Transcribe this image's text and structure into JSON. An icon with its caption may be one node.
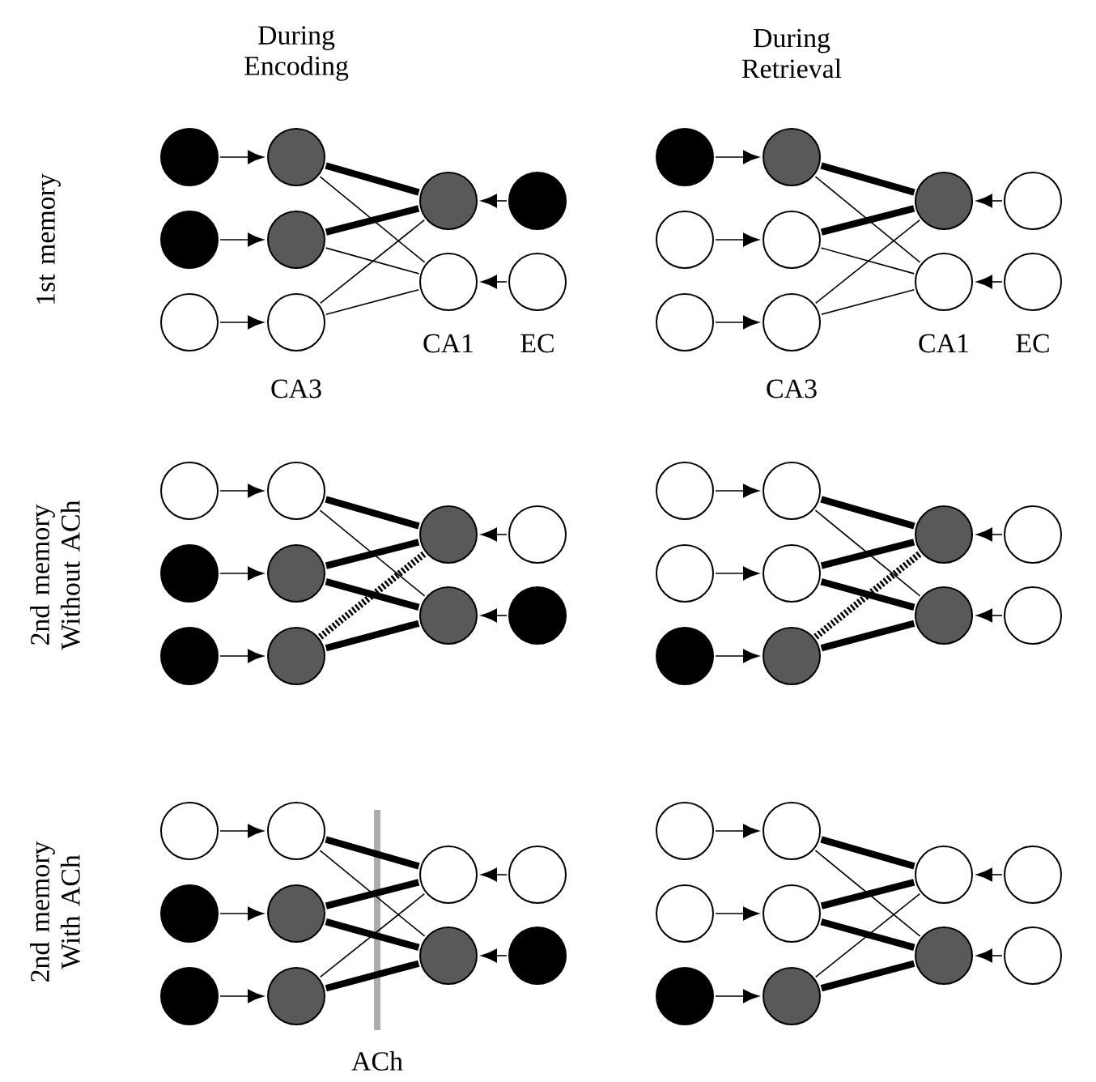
{
  "diagram": {
    "nodes": [
      {
        "text": [],
        "shape": "circle"
      },
      {
        "text": [],
        "shape": "circle"
      },
      {
        "text": [],
        "shape": "circle"
      },
      {
        "text": [],
        "shape": "circle"
      },
      {
        "text": [],
        "shape": "circle"
      },
      {
        "text": [],
        "shape": "circle"
      },
      {
        "text": [],
        "shape": "circle"
      },
      {
        "text": [],
        "shape": "circle"
      },
      {
        "text": [],
        "shape": "circle"
      },
      {
        "text": [],
        "shape": "circle"
      },
      {
        "text": [],
        "shape": "circle"
      },
      {
        "text": [],
        "shape": "circle"
      },
      {
        "text": [],
        "shape": "circle"
      },
      {
        "text": [],
        "shape": "circle"
      },
      {
        "text": [],
        "shape": "circle"
      },
      {
        "text": [],
        "shape": "circle"
      },
      {
        "text": [],
        "shape": "circle"
      },
      {
        "text": [],
        "shape": "circle"
      },
      {
        "text": [],
        "shape": "circle"
      },
      {
        "text": [],
        "shape": "circle"
      },
      {
        "text": [],
        "shape": "circle"
      },
      {
        "text": [],
        "shape": "circle"
      },
      {
        "text": [],
        "shape": "circle"
      },
      {
        "text": [],
        "shape": "circle"
      },
      {
        "text": [],
        "shape": "circle"
      },
      {
        "text": [],
        "shape": "circle"
      },
      {
        "text": [],
        "shape": "circle"
      },
      {
        "text": [],
        "shape": "circle"
      },
      {
        "text": [],
        "shape": "circle"
      },
      {
        "text": [],
        "shape": "circle"
      },
      {
        "text": [],
        "shape": "circle"
      },
      {
        "text": [],
        "shape": "circle"
      },
      {
        "text": [],
        "shape": "circle"
      },
      {
        "text": [],
        "shape": "circle"
      },
      {
        "text": [],
        "shape": "circle"
      },
      {
        "text": [],
        "shape": "circle"
      },
      {
        "text": [],
        "shape": "circle"
      },
      {
        "text": [],
        "shape": "circle"
      },
      {
        "text": [],
        "shape": "circle"
      },
      {
        "text": [],
        "shape": "circle"
      },
      {
        "text": [],
        "shape": "circle"
      },
      {
        "text": [],
        "shape": "circle"
      },
      {
        "text": [],
        "shape": "circle"
      },
      {
        "text": [],
        "shape": "circle"
      },
      {
        "text": [],
        "shape": "circle"
      },
      {
        "text": [],
        "shape": "circle"
      },
      {
        "text": [],
        "shape": "circle"
      },
      {
        "text": [],
        "shape": "circle"
      },
      {
        "text": [],
        "shape": "circle"
      },
      {
        "text": [],
        "shape": "circle"
      },
      {
        "text": [],
        "shape": "circle"
      },
      {
        "text": [],
        "shape": "circle"
      },
      {
        "text": [],
        "shape": "circle"
      },
      {
        "text": [],
        "shape": "circle"
      },
      {
        "text": [],
        "shape": "circle"
      },
      {
        "text": [],
        "shape": "circle"
      },
      {
        "text": [],
        "shape": "circle"
      },
      {
        "text": [],
        "shape": "circle"
      },
      {
        "text": [],
        "shape": "circle"
      },
      {
        "text": [],
        "shape": "circle"
      }
    ],
    "edges": [
      {
        "from": 0,
        "to": 3,
        "arrow": "to"
      },
      {
        "from": 1,
        "to": 4,
        "arrow": "to"
      },
      {
        "from": 2,
        "to": 5,
        "arrow": "to"
      },
      {
        "from": 8,
        "to": 6,
        "arrow": "to"
      },
      {
        "from": 9,
        "to": 7,
        "arrow": "to"
      },
      {
        "from": 3,
        "to": 6,
        "arrow": "none",
        "style": "thick"
      },
      {
        "from": 3,
        "to": 7,
        "arrow": "none"
      },
      {
        "from": 4,
        "to": 6,
        "arrow": "none",
        "style": "thick"
      },
      {
        "from": 4,
        "to": 7,
        "arrow": "none"
      },
      {
        "from": 5,
        "to": 6,
        "arrow": "none"
      },
      {
        "from": 5,
        "to": 7,
        "arrow": "none"
      },
      {
        "from": 10,
        "to": 13,
        "arrow": "to"
      },
      {
        "from": 11,
        "to": 14,
        "arrow": "to"
      },
      {
        "from": 12,
        "to": 15,
        "arrow": "to"
      },
      {
        "from": 18,
        "to": 16,
        "arrow": "to"
      },
      {
        "from": 19,
        "to": 17,
        "arrow": "to"
      },
      {
        "from": 13,
        "to": 16,
        "arrow": "none",
        "style": "thick"
      },
      {
        "from": 13,
        "to": 17,
        "arrow": "none"
      },
      {
        "from": 14,
        "to": 16,
        "arrow": "none",
        "style": "thick"
      },
      {
        "from": 14,
        "to": 17,
        "arrow": "none"
      },
      {
        "from": 15,
        "to": 16,
        "arrow": "none"
      },
      {
        "from": 15,
        "to": 17,
        "arrow": "none"
      },
      {
        "from": 20,
        "to": 23,
        "arrow": "to"
      },
      {
        "from": 21,
        "to": 24,
        "arrow": "to"
      },
      {
        "from": 22,
        "to": 25,
        "arrow": "to"
      },
      {
        "from": 28,
        "to": 26,
        "arrow": "to"
      },
      {
        "from": 29,
        "to": 27,
        "arrow": "to"
      },
      {
        "from": 23,
        "to": 26,
        "arrow": "none",
        "style": "thick"
      },
      {
        "from": 23,
        "to": 27,
        "arrow": "none"
      },
      {
        "from": 24,
        "to": 26,
        "arrow": "none",
        "style": "thick"
      },
      {
        "from": 24,
        "to": 27,
        "arrow": "none",
        "style": "thick"
      },
      {
        "from": 25,
        "to": 26,
        "arrow": "none",
        "style": "dashed"
      },
      {
        "from": 25,
        "to": 27,
        "arrow": "none",
        "style": "thick"
      },
      {
        "from": 30,
        "to": 33,
        "arrow": "to"
      },
      {
        "from": 31,
        "to": 34,
        "arrow": "to"
      },
      {
        "from": 32,
        "to": 35,
        "arrow": "to"
      },
      {
        "from": 38,
        "to": 36,
        "arrow": "to"
      },
      {
        "from": 39,
        "to": 37,
        "arrow": "to"
      },
      {
        "from": 33,
        "to": 36,
        "arrow": "none",
        "style": "thick"
      },
      {
        "from": 33,
        "to": 37,
        "arrow": "none"
      },
      {
        "from": 34,
        "to": 36,
        "arrow": "none",
        "style": "thick"
      },
      {
        "from": 34,
        "to": 37,
        "arrow": "none",
        "style": "thick"
      },
      {
        "from": 35,
        "to": 36,
        "arrow": "none",
        "style": "dashed"
      },
      {
        "from": 35,
        "to": 37,
        "arrow": "none",
        "style": "thick"
      },
      {
        "from": 40,
        "to": 43,
        "arrow": "to"
      },
      {
        "from": 41,
        "to": 44,
        "arrow": "to"
      },
      {
        "from": 42,
        "to": 45,
        "arrow": "to"
      },
      {
        "from": 48,
        "to": 46,
        "arrow": "to"
      },
      {
        "from": 49,
        "to": 47,
        "arrow": "to"
      },
      {
        "from": 43,
        "to": 46,
        "arrow": "none",
        "style": "thick"
      },
      {
        "from": 43,
        "to": 47,
        "arrow": "none"
      },
      {
        "from": 44,
        "to": 46,
        "arrow": "none",
        "style": "thick"
      },
      {
        "from": 44,
        "to": 47,
        "arrow": "none",
        "style": "thick"
      },
      {
        "from": 45,
        "to": 46,
        "arrow": "none"
      },
      {
        "from": 45,
        "to": 47,
        "arrow": "none",
        "style": "thick"
      },
      {
        "from": 50,
        "to": 53,
        "arrow": "to"
      },
      {
        "from": 51,
        "to": 54,
        "arrow": "to"
      },
      {
        "from": 52,
        "to": 55,
        "arrow": "to"
      },
      {
        "from": 58,
        "to": 56,
        "arrow": "to"
      },
      {
        "from": 59,
        "to": 57,
        "arrow": "to"
      },
      {
        "from": 53,
        "to": 56,
        "arrow": "none",
        "style": "thick"
      },
      {
        "from": 53,
        "to": 57,
        "arrow": "none"
      },
      {
        "from": 54,
        "to": 56,
        "arrow": "none",
        "style": "thick"
      },
      {
        "from": 54,
        "to": 57,
        "arrow": "none",
        "style": "thick"
      },
      {
        "from": 55,
        "to": 56,
        "arrow": "none"
      },
      {
        "from": 55,
        "to": 57,
        "arrow": "none",
        "style": "thick"
      }
    ],
    "labels": [
      "During Encoding",
      "During Retrieval",
      "1st memory",
      "CA1",
      "EC",
      "CA1",
      "EC",
      "CA3",
      "CA3",
      "2nd memory Without ACh",
      "2nd memory With ACh",
      "ACh"
    ]
  }
}
